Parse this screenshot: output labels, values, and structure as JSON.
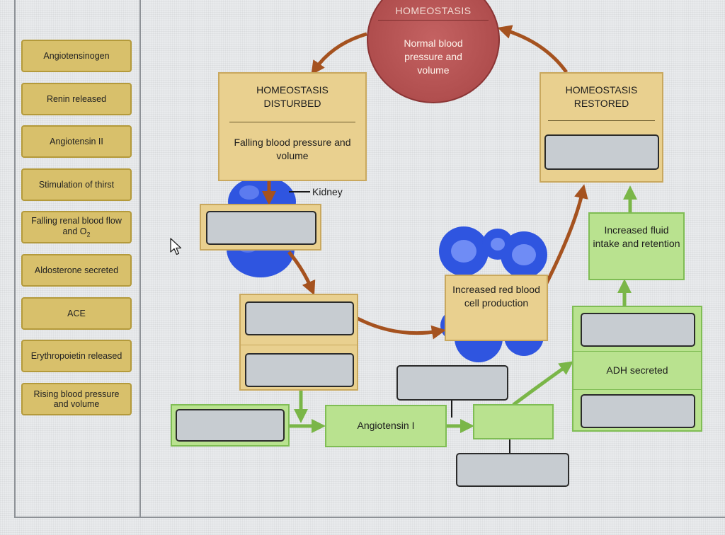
{
  "label_bank": [
    "Angiotensinogen",
    "Renin released",
    "Angiotensin II",
    "Stimulation of thirst",
    "Falling renal blood flow and O",
    "Aldosterone secreted",
    "ACE",
    "Erythropoietin released",
    "Rising blood pressure and volume"
  ],
  "o2_subscript": "2",
  "diagram": {
    "homeostasis_title": "HOMEOSTASIS",
    "homeostasis_text": "Normal blood pressure and volume",
    "disturbed_title": "HOMEOSTASIS DISTURBED",
    "disturbed_text": "Falling blood pressure and volume",
    "restored_title": "HOMEOSTASIS RESTORED",
    "kidney_label": "Kidney",
    "rbc_text": "Increased red blood cell production",
    "fluid_text": "Increased fluid intake and retention",
    "adh_text": "ADH secreted",
    "angiotensin_i": "Angiotensin I"
  },
  "colors": {
    "label_tile": "#d8c06b",
    "tan_box": "#e9d08f",
    "green_box": "#b9e28f",
    "drop_zone": "#c7ccd1",
    "arrow_brown": "#a5521f",
    "arrow_green": "#7ab648",
    "homeostasis_circle": "#b14f4f",
    "cell_blue": "#2f55e0"
  }
}
